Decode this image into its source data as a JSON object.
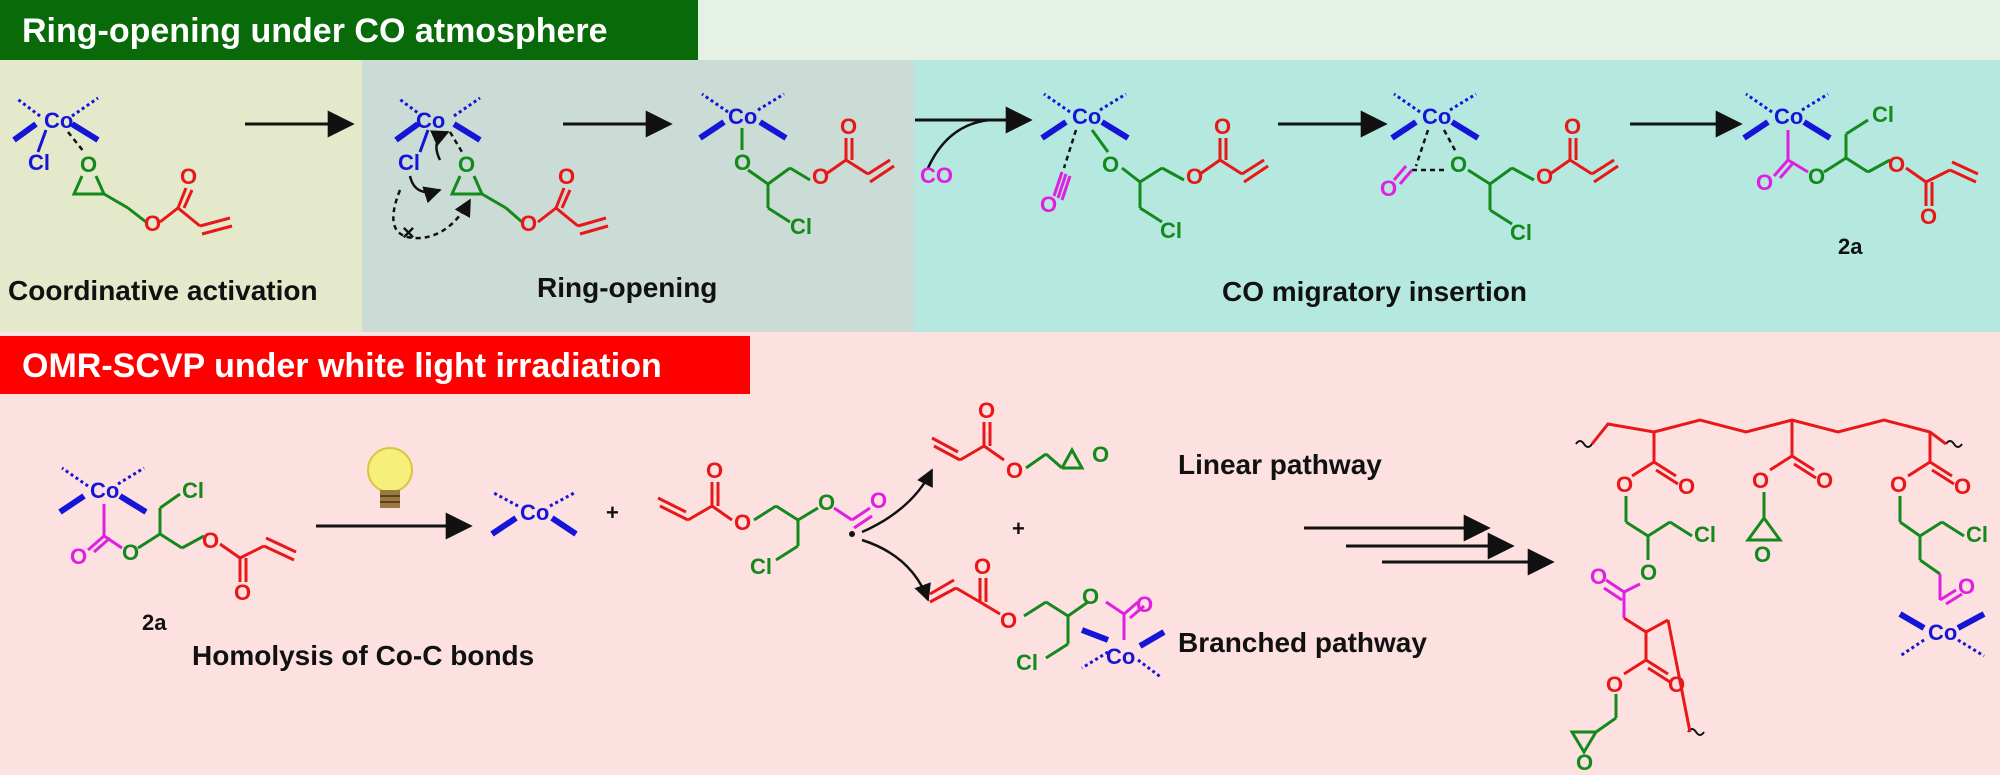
{
  "colors": {
    "header_green": "#096a0a",
    "header_red": "#ff0000",
    "panel_top_pale": "#e6f1e5",
    "panel_coord": "#e4e9cc",
    "panel_ring": "#cbdbd5",
    "panel_co": "#b5e9df",
    "panel_bottom": "#fde1e1",
    "cobalt": "#1515d8",
    "green_bonds": "#14891c",
    "red_bonds": "#e81818",
    "magenta": "#e020e0"
  },
  "top": {
    "header": "Ring-opening under CO atmosphere",
    "stage_coordinative": "Coordinative activation",
    "stage_ring_opening": "Ring-opening",
    "stage_co_insertion": "CO migratory insertion",
    "co_reagent": "CO",
    "compound_2a": "2a"
  },
  "bottom": {
    "header": "OMR-SCVP under white light irradiation",
    "compound_2a": "2a",
    "plus_1": "+",
    "plus_2": "+",
    "homolysis": "Homolysis of Co-C bonds",
    "linear": "Linear pathway",
    "branched": "Branched pathway"
  },
  "atoms": {
    "co": "Co",
    "cl": "Cl",
    "o": "O"
  }
}
